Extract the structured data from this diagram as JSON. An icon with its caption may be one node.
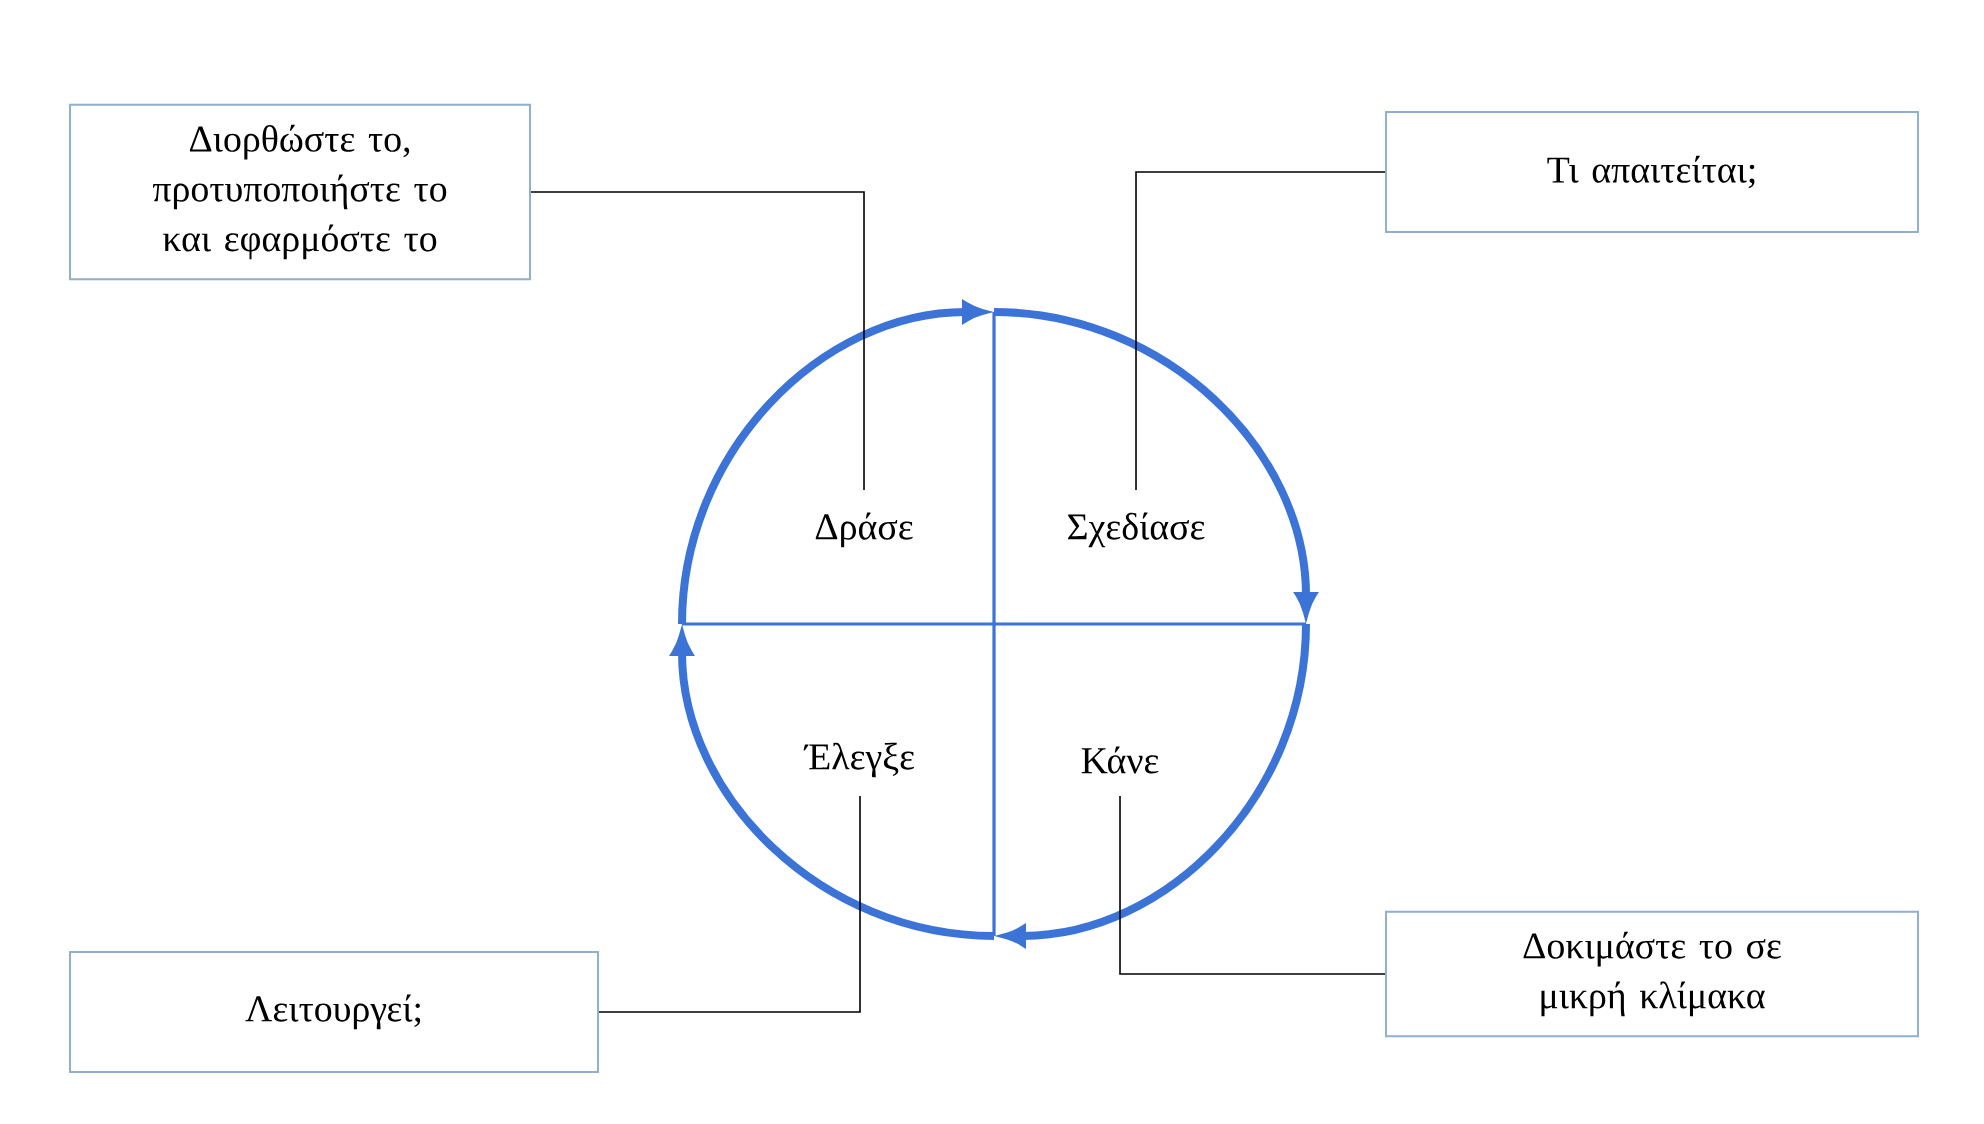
{
  "diagram": {
    "nodes": [
      {
        "text": [
          "Διορθώστε το, προτυποποιήστε το και εφαρμόστε το"
        ]
      },
      {
        "text": [
          "Τι απαιτείται;"
        ]
      },
      {
        "text": [
          "Λειτουργεί;"
        ]
      },
      {
        "text": [
          "Δοκιμάστε το σε μικρή κλίμακα"
        ]
      },
      {
        "text": [
          "Δράσε"
        ]
      },
      {
        "text": [
          "Σχεδίασε"
        ]
      },
      {
        "text": [
          "Έλεγξε"
        ]
      },
      {
        "text": [
          "Κάνε"
        ]
      }
    ],
    "edges": [
      {
        "from": 0,
        "to": 4,
        "arrow": "none"
      },
      {
        "from": 1,
        "to": 5,
        "arrow": "none"
      },
      {
        "from": 2,
        "to": 6,
        "arrow": "none"
      },
      {
        "from": 3,
        "to": 7,
        "arrow": "none"
      }
    ]
  }
}
